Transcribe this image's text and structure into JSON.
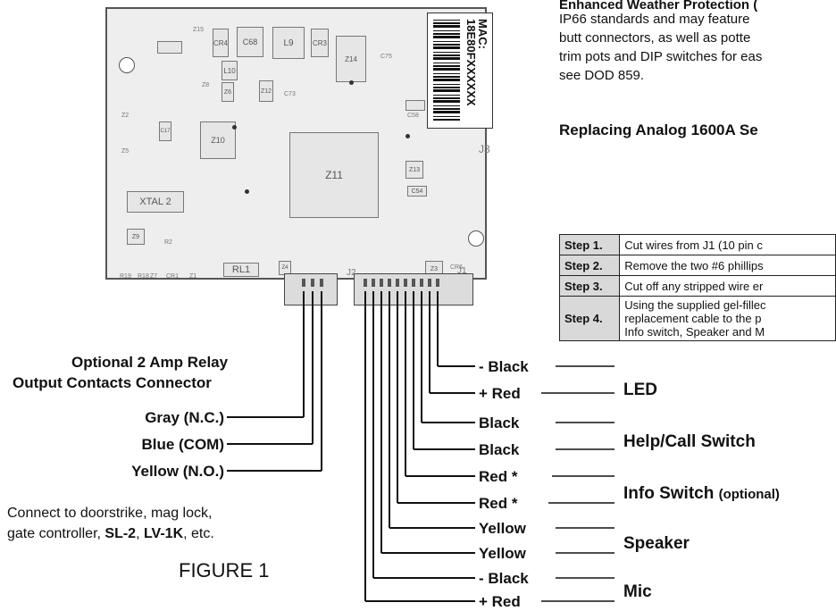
{
  "right_text": {
    "heading_partial": "Enhanced Weather Protection (",
    "para_lines": [
      "IP66 standards and may feature",
      "butt connectors, as well as potte",
      "trim pots and DIP switches for eas",
      "see DOD 859."
    ],
    "section_title": "Replacing Analog 1600A Se"
  },
  "steps": [
    {
      "num": "Step 1.",
      "desc": [
        "Cut wires from J1 (10 pin c"
      ]
    },
    {
      "num": "Step 2.",
      "desc": [
        "Remove the two #6 phillips"
      ]
    },
    {
      "num": "Step 3.",
      "desc": [
        "Cut off any stripped wire er"
      ]
    },
    {
      "num": "Step 4.",
      "desc": [
        "Using the supplied gel-fillec",
        "replacement cable to the p",
        "Info switch, Speaker and M"
      ]
    }
  ],
  "board": {
    "mac_label": "MAC:",
    "mac_value": "18E80FXXXXXX",
    "connectors": {
      "j3": "J3",
      "j1": "J1",
      "j2": "J2"
    },
    "components": [
      {
        "label": "Z15"
      },
      {
        "label": "CR4"
      },
      {
        "label": "C68"
      },
      {
        "label": "L9"
      },
      {
        "label": "CR3"
      },
      {
        "label": "Z14"
      },
      {
        "label": "C75"
      },
      {
        "label": "L10"
      },
      {
        "label": "Z8"
      },
      {
        "label": "Z6"
      },
      {
        "label": "Z12"
      },
      {
        "label": "C73"
      },
      {
        "label": "C58"
      },
      {
        "label": "Z2"
      },
      {
        "label": "Z5"
      },
      {
        "label": "C17"
      },
      {
        "label": "Z10"
      },
      {
        "label": "Z11"
      },
      {
        "label": "XTAL 2"
      },
      {
        "label": "Z13"
      },
      {
        "label": "C54"
      },
      {
        "label": "Z9"
      },
      {
        "label": "R2"
      },
      {
        "label": "Z4"
      },
      {
        "label": "Z3"
      },
      {
        "label": "CR6"
      },
      {
        "label": "RL1"
      },
      {
        "label": "R19"
      },
      {
        "label": "R18"
      },
      {
        "label": "CR1"
      },
      {
        "label": "Z7"
      },
      {
        "label": "Z1"
      }
    ]
  },
  "relay": {
    "title_lines": [
      "Optional 2 Amp Relay",
      "Output Contacts Connector"
    ],
    "wires": [
      "Gray (N.C.)",
      "Blue (COM)",
      "Yellow (N.O.)"
    ],
    "note_line1": "Connect to doorstrike, mag lock,",
    "note_line2_parts": [
      "gate controller, ",
      "SL-2",
      ", ",
      "LV-1K",
      ", etc."
    ]
  },
  "figure_label": "FIGURE 1",
  "j1_wires": [
    "- Black",
    "+ Red",
    "Black",
    "Black",
    "Red *",
    "Red *",
    "Yellow",
    "Yellow",
    "- Black",
    "+ Red"
  ],
  "groups": {
    "led": "LED",
    "help": "Help/Call Switch",
    "info_main": "Info Switch",
    "info_opt": "(optional)",
    "speaker": "Speaker",
    "mic": "Mic"
  }
}
